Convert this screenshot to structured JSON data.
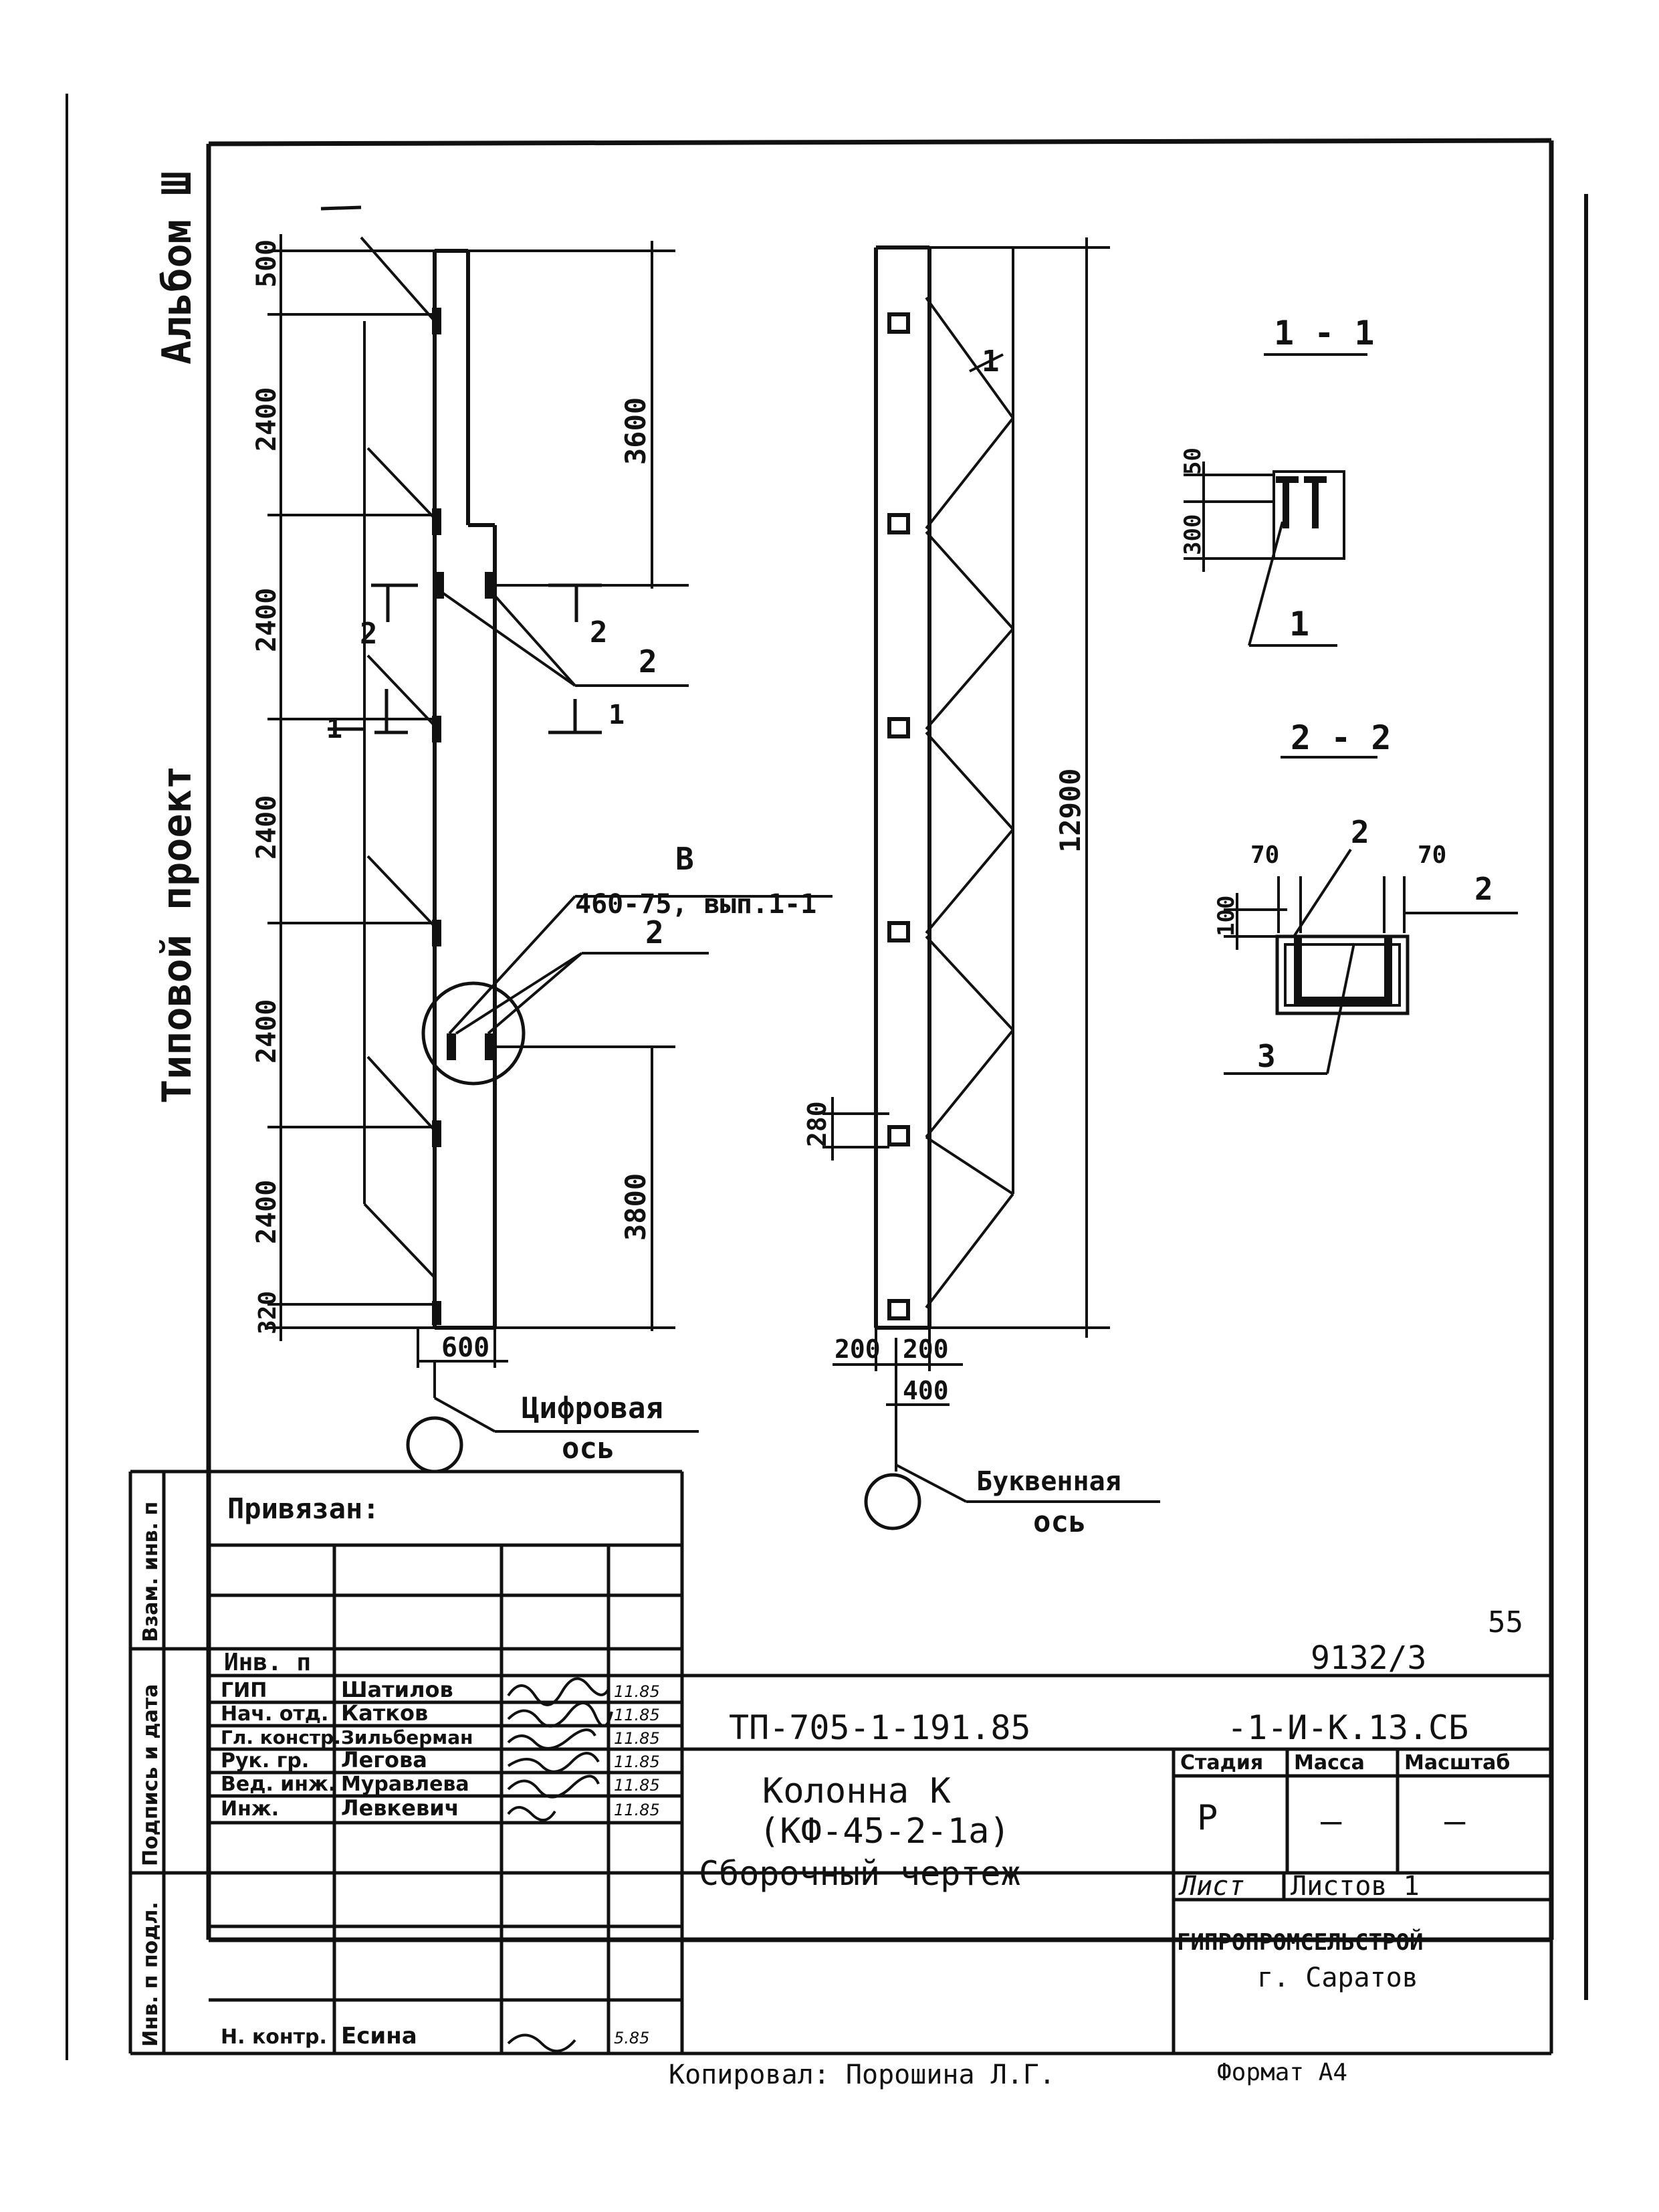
{
  "margin": {
    "album": "Альбом Ш",
    "project": "Типовой проект"
  },
  "column_elevation": {
    "dims_left": [
      "500",
      "2400",
      "2400",
      "2400",
      "2400",
      "2400",
      "320"
    ],
    "dim_upper_right": "3600",
    "dim_lower_right": "3800",
    "section2_mark": "2",
    "section1_mark": "1",
    "leader_label_2": "2",
    "leader_label_1": "1",
    "node_letter": "В",
    "node_ref": "460-75, вып.1-1",
    "node_label_2": "2",
    "width": "600",
    "axis_label_line1": "Цифровая",
    "axis_label_line2": "ось"
  },
  "column_side": {
    "leader_label": "1",
    "height": "12900",
    "dim_280": "280",
    "dim_200a": "200",
    "dim_200b": "200",
    "dim_400": "400",
    "axis_label_line1": "Буквенная",
    "axis_label_line2": "ось"
  },
  "section_1_1": {
    "title": "1 - 1",
    "dim_50": "50",
    "dim_300": "300",
    "label": "1"
  },
  "section_2_2": {
    "title": "2 - 2",
    "dim_70a": "70",
    "dim_70b": "70",
    "dim_100": "100",
    "label_2a": "2",
    "label_2b": "2",
    "label_3": "3"
  },
  "side_stamp": {
    "cells": [
      "Инв. п подл.",
      "Подпись и дата",
      "Взам. инв. п"
    ]
  },
  "stamp": {
    "privyazan": "Привязан:",
    "inv_no": "Инв. п",
    "roles": [
      "ГИП",
      "Нач. отд.",
      "Гл. констр.",
      "Рук. гр.",
      "Вед. инж.",
      "Инж."
    ],
    "names": [
      "Шатилов",
      "Катков",
      "Зильберман",
      "Легова",
      "Муравлева",
      "Левкевич"
    ],
    "dates": [
      "11.85",
      "11.85",
      "11.85",
      "11.85",
      "11.85",
      "11.85"
    ],
    "n_kontr_role": "Н. контр.",
    "n_kontr_name": "Есина",
    "n_kontr_date": "5.85",
    "sheet_number": "55",
    "archive_no": "9132/3",
    "project_code": "ТП-705-1-191.85",
    "doc_code": "-1-И-К.13.СБ",
    "title_line1": "Колонна К",
    "title_line2": "(КФ-45-2-1а)",
    "title_line3": "Сборочный чертеж",
    "stage_header": "Стадия",
    "mass_header": "Масса",
    "scale_header": "Масштаб",
    "stage": "Р",
    "mass": "—",
    "scale": "—",
    "sheet_label": "Лист",
    "sheets_label": "Листов 1",
    "org": "ГИПРОПРОМСЕЛЬСТРОЙ",
    "city": "г. Саратов"
  },
  "footer": {
    "copied": "Копировал: Порошина Л.Г.",
    "format": "Формат А4"
  }
}
